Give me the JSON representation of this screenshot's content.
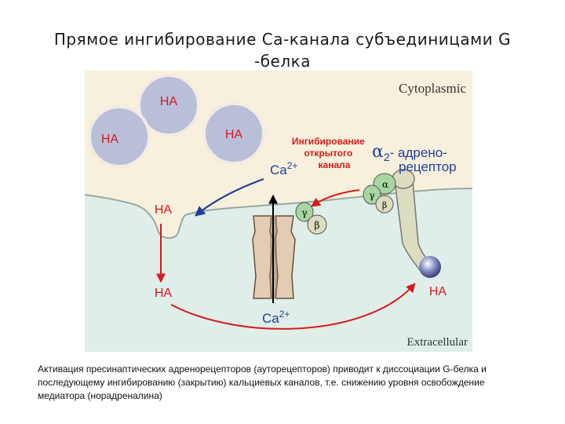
{
  "title": {
    "line1": "Прямое ингибирование Са-канала субъединицами G",
    "line2": "-белка"
  },
  "diagram": {
    "cytoplasmic_label": "Cytoplasmic",
    "extracellular_label": "Extracellular",
    "vesicle_labels": [
      "НА",
      "НА",
      "НА"
    ],
    "fusion_label": "НА",
    "released_label": "НА",
    "receptor_ligand_label": "НА",
    "ca_top_label": "Ca",
    "ca_top_sup": "2+",
    "ca_bottom_label": "Ca",
    "ca_bottom_sup": "2+",
    "inhibition_label": [
      "Ингибирование",
      "открытого",
      "канала"
    ],
    "receptor_label_alpha": "α",
    "receptor_label_sub": "2",
    "receptor_label_line1": "- адрено-",
    "receptor_label_line2": "рецептор",
    "subunit_alpha": "α",
    "subunit_gamma": "γ",
    "subunit_beta": "β",
    "colors": {
      "cytoplasm": "#f7f0dc",
      "extracellular": "#dfeee9",
      "vesicle": "#b9bfd9",
      "receptor": "#dcdcc0",
      "gprotein": "#a7d6a1",
      "label_red": "#d7191c",
      "label_blue": "#1f3f9a"
    }
  },
  "caption": "Активация пресинаптических адренорецепторов (ауторецепторов) приводит к диссоциации G-белка и последующему ингибированию (закрытию) кальциевых каналов, т.е. снижению уровня освобождение медиатора (норадреналина)"
}
